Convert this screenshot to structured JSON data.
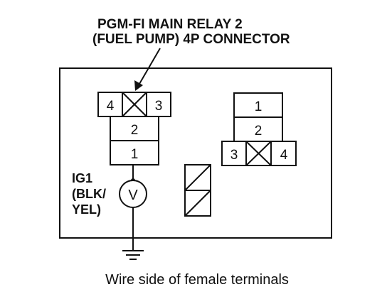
{
  "title": {
    "line1": "PGM-FI MAIN RELAY 2",
    "line2": "(FUEL PUMP) 4P CONNECTOR"
  },
  "left_connector": {
    "pin_top_left": "4",
    "pin_top_right": "3",
    "pin_middle": "2",
    "pin_bottom": "1"
  },
  "right_connector": {
    "pin_top": "1",
    "pin_middle": "2",
    "pin_bottom_left": "3",
    "pin_bottom_right": "4"
  },
  "meter": {
    "symbol": "V",
    "probe_label_line1": "IG1",
    "probe_label_line2": "(BLK/",
    "probe_label_line3": "YEL)"
  },
  "icons": [
    "arrow-icon",
    "voltmeter-icon",
    "ground-icon",
    "blank-cavity-icon"
  ],
  "caption": "Wire side of female terminals"
}
